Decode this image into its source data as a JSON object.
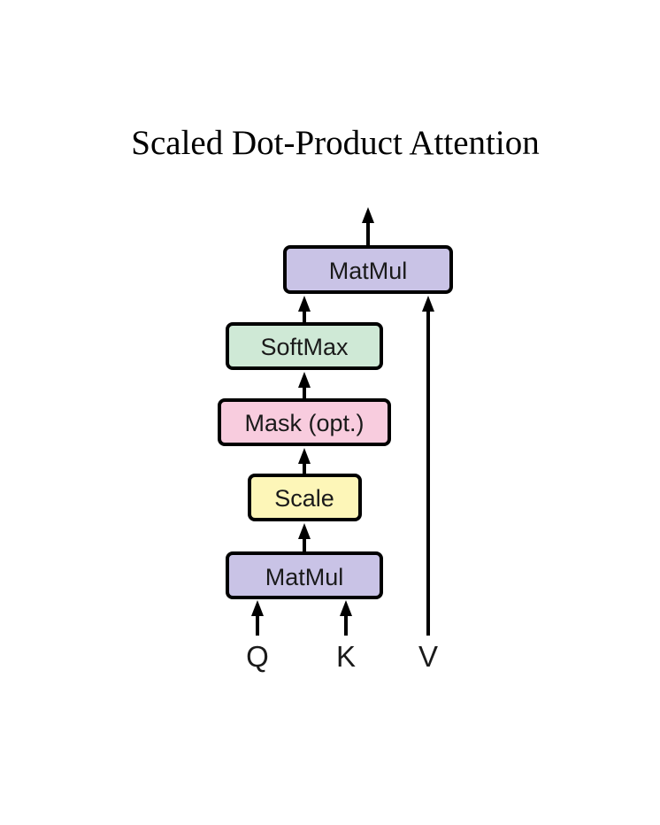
{
  "title": "Scaled Dot-Product Attention",
  "colors": {
    "matmul": "#c9c3e6",
    "softmax": "#cfe9d6",
    "mask": "#f8ccde",
    "scale": "#fdf6b8",
    "stroke": "#000000"
  },
  "blocks": {
    "matmul_top": "MatMul",
    "softmax": "SoftMax",
    "mask": "Mask (opt.)",
    "scale": "Scale",
    "matmul_bottom": "MatMul"
  },
  "inputs": {
    "q": "Q",
    "k": "K",
    "v": "V"
  }
}
